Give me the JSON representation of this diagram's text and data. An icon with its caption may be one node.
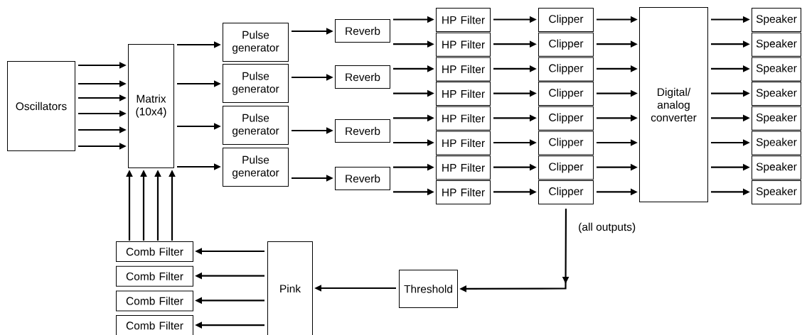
{
  "diagram": {
    "nodes": [
      {
        "text": [
          "Oscillators"
        ]
      },
      {
        "text": [
          "Matrix (10x4)"
        ]
      },
      {
        "text": [
          "Pulse generator"
        ]
      },
      {
        "text": [
          "Pulse generator"
        ]
      },
      {
        "text": [
          "Pulse generator"
        ]
      },
      {
        "text": [
          "Pulse generator"
        ]
      },
      {
        "text": [
          "Reverb"
        ]
      },
      {
        "text": [
          "Reverb"
        ]
      },
      {
        "text": [
          "Reverb"
        ]
      },
      {
        "text": [
          "Reverb"
        ]
      },
      {
        "text": [
          "HP Filter"
        ]
      },
      {
        "text": [
          "HP Filter"
        ]
      },
      {
        "text": [
          "HP Filter"
        ]
      },
      {
        "text": [
          "HP Filter"
        ]
      },
      {
        "text": [
          "HP Filter"
        ]
      },
      {
        "text": [
          "HP Filter"
        ]
      },
      {
        "text": [
          "HP Filter"
        ]
      },
      {
        "text": [
          "HP Filter"
        ]
      },
      {
        "text": [
          "Clipper"
        ]
      },
      {
        "text": [
          "Clipper"
        ]
      },
      {
        "text": [
          "Clipper"
        ]
      },
      {
        "text": [
          "Clipper"
        ]
      },
      {
        "text": [
          "Clipper"
        ]
      },
      {
        "text": [
          "Clipper"
        ]
      },
      {
        "text": [
          "Clipper"
        ]
      },
      {
        "text": [
          "Clipper"
        ]
      },
      {
        "text": [
          "Digital/ analog converter"
        ]
      },
      {
        "text": [
          "Speaker"
        ]
      },
      {
        "text": [
          "Speaker"
        ]
      },
      {
        "text": [
          "Speaker"
        ]
      },
      {
        "text": [
          "Speaker"
        ]
      },
      {
        "text": [
          "Speaker"
        ]
      },
      {
        "text": [
          "Speaker"
        ]
      },
      {
        "text": [
          "Speaker"
        ]
      },
      {
        "text": [
          "Speaker"
        ]
      },
      {
        "text": [
          "Comb Filter"
        ]
      },
      {
        "text": [
          "Comb Filter"
        ]
      },
      {
        "text": [
          "Comb Filter"
        ]
      },
      {
        "text": [
          "Comb Filter"
        ]
      },
      {
        "text": [
          "Pink"
        ]
      },
      {
        "text": [
          "Threshold"
        ]
      }
    ],
    "edges": [
      {
        "from": 0,
        "to": 1,
        "arrow": "to"
      },
      {
        "from": 0,
        "to": 1,
        "arrow": "to"
      },
      {
        "from": 0,
        "to": 1,
        "arrow": "to"
      },
      {
        "from": 0,
        "to": 1,
        "arrow": "to"
      },
      {
        "from": 0,
        "to": 1,
        "arrow": "to"
      },
      {
        "from": 0,
        "to": 1,
        "arrow": "to"
      },
      {
        "from": 1,
        "to": 2,
        "arrow": "to"
      },
      {
        "from": 1,
        "to": 3,
        "arrow": "to"
      },
      {
        "from": 1,
        "to": 4,
        "arrow": "to"
      },
      {
        "from": 1,
        "to": 5,
        "arrow": "to"
      },
      {
        "from": 2,
        "to": 6,
        "arrow": "to"
      },
      {
        "from": 3,
        "to": 7,
        "arrow": "to"
      },
      {
        "from": 4,
        "to": 8,
        "arrow": "to"
      },
      {
        "from": 5,
        "to": 9,
        "arrow": "to"
      },
      {
        "from": 6,
        "to": 10,
        "arrow": "to"
      },
      {
        "from": 6,
        "to": 11,
        "arrow": "to"
      },
      {
        "from": 7,
        "to": 12,
        "arrow": "to"
      },
      {
        "from": 7,
        "to": 13,
        "arrow": "to"
      },
      {
        "from": 8,
        "to": 14,
        "arrow": "to"
      },
      {
        "from": 8,
        "to": 15,
        "arrow": "to"
      },
      {
        "from": 9,
        "to": 16,
        "arrow": "to"
      },
      {
        "from": 9,
        "to": 17,
        "arrow": "to"
      },
      {
        "from": 10,
        "to": 18,
        "arrow": "to"
      },
      {
        "from": 11,
        "to": 19,
        "arrow": "to"
      },
      {
        "from": 12,
        "to": 20,
        "arrow": "to"
      },
      {
        "from": 13,
        "to": 21,
        "arrow": "to"
      },
      {
        "from": 14,
        "to": 22,
        "arrow": "to"
      },
      {
        "from": 15,
        "to": 23,
        "arrow": "to"
      },
      {
        "from": 16,
        "to": 24,
        "arrow": "to"
      },
      {
        "from": 17,
        "to": 25,
        "arrow": "to"
      },
      {
        "from": 18,
        "to": 26,
        "arrow": "to"
      },
      {
        "from": 19,
        "to": 26,
        "arrow": "to"
      },
      {
        "from": 20,
        "to": 26,
        "arrow": "to"
      },
      {
        "from": 21,
        "to": 26,
        "arrow": "to"
      },
      {
        "from": 22,
        "to": 26,
        "arrow": "to"
      },
      {
        "from": 23,
        "to": 26,
        "arrow": "to"
      },
      {
        "from": 24,
        "to": 26,
        "arrow": "to"
      },
      {
        "from": 25,
        "to": 26,
        "arrow": "to"
      },
      {
        "from": 26,
        "to": 27,
        "arrow": "to"
      },
      {
        "from": 26,
        "to": 28,
        "arrow": "to"
      },
      {
        "from": 26,
        "to": 29,
        "arrow": "to"
      },
      {
        "from": 26,
        "to": 30,
        "arrow": "to"
      },
      {
        "from": 26,
        "to": 31,
        "arrow": "to"
      },
      {
        "from": 26,
        "to": 32,
        "arrow": "to"
      },
      {
        "from": 26,
        "to": 33,
        "arrow": "to"
      },
      {
        "from": 26,
        "to": 34,
        "arrow": "to"
      },
      {
        "from": 25,
        "to": 40,
        "arrow": "to",
        "label": "(all outputs)"
      },
      {
        "from": 40,
        "to": 39,
        "arrow": "to"
      },
      {
        "from": 39,
        "to": 35,
        "arrow": "to"
      },
      {
        "from": 39,
        "to": 36,
        "arrow": "to"
      },
      {
        "from": 39,
        "to": 37,
        "arrow": "to"
      },
      {
        "from": 39,
        "to": 38,
        "arrow": "to"
      },
      {
        "from": 35,
        "to": 1,
        "arrow": "to"
      },
      {
        "from": 35,
        "to": 1,
        "arrow": "to"
      },
      {
        "from": 35,
        "to": 1,
        "arrow": "to"
      },
      {
        "from": 35,
        "to": 1,
        "arrow": "to"
      }
    ]
  }
}
